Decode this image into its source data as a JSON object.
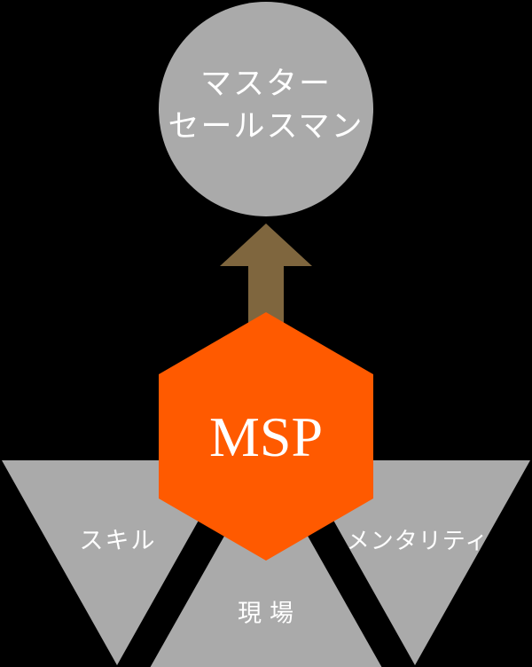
{
  "goal": {
    "line1": "マスター",
    "line2": "セールスマン"
  },
  "core": {
    "label": "MSP"
  },
  "pillars": {
    "skill": "スキル",
    "field": "現場",
    "mentality": "メンタリティ"
  },
  "colors": {
    "background": "#000000",
    "gray": "#aaaaaa",
    "orange": "#ff5a00",
    "brown": "#7f663e",
    "text": "#ffffff"
  }
}
